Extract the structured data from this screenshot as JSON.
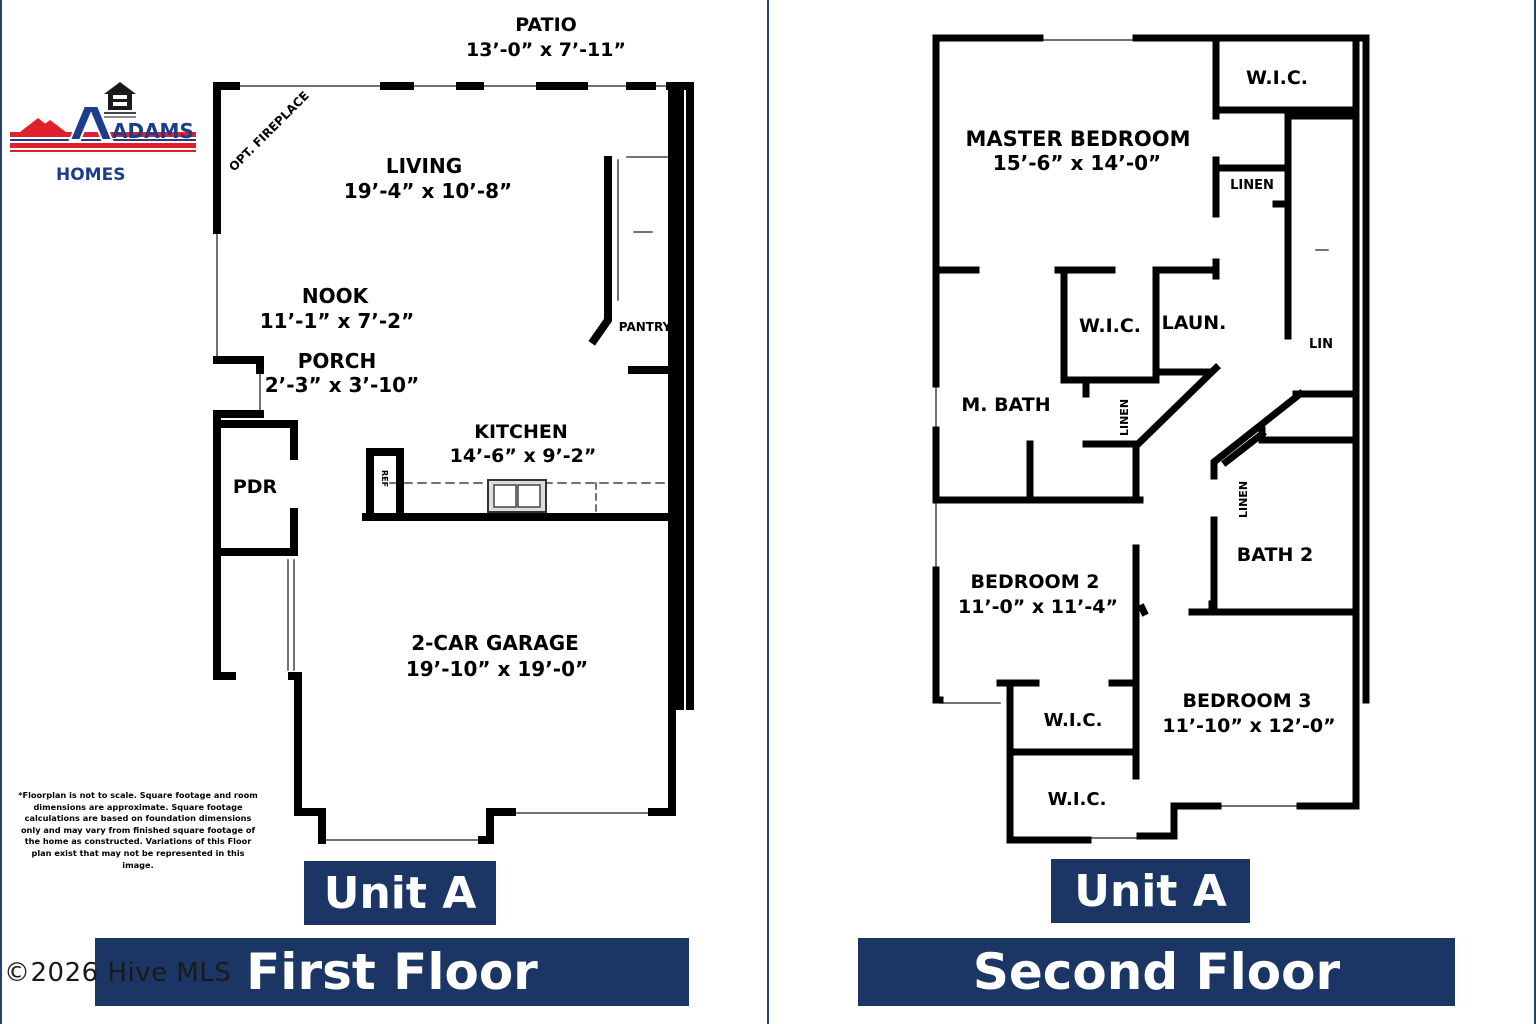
{
  "logo": {
    "name": "ADAMS",
    "sub": "HOMES",
    "colors": {
      "red": "#e0202a",
      "blue": "#1c3c8c"
    },
    "icon": "equal-housing-opportunity-icon"
  },
  "disclaimer": "*Floorplan is not to scale. Square footage and room dimensions are approximate. Square footage calculations are based on foundation dimensions only and may vary from finished square footage of the home as constructed. Variations of this Floor plan exist that may not be represented in this image.",
  "copyright": "©2026 Hive MLS",
  "first_floor": {
    "unit": "Unit A",
    "title": "First Floor",
    "patio": {
      "label": "PATIO",
      "dim": "13’-0” x 7’-11”"
    },
    "fireplace": "OPT. FIREPLACE",
    "living": {
      "label": "LIVING",
      "dim": "19’-4” x 10’-8”"
    },
    "nook": {
      "label": "NOOK",
      "dim": "11’-1” x 7’-2”"
    },
    "porch": {
      "label": "PORCH",
      "dim": "2’-3” x 3’-10”"
    },
    "pantry": "PANTRY",
    "kitchen": {
      "label": "KITCHEN",
      "dim": "14’-6” x 9’-2”"
    },
    "pdr": "PDR",
    "ref": "REF",
    "garage": {
      "label": "2-CAR GARAGE",
      "dim": "19’-10” x 19’-0”"
    }
  },
  "second_floor": {
    "unit": "Unit A",
    "title": "Second Floor",
    "wic_master": "W.I.C.",
    "master": {
      "label": "MASTER BEDROOM",
      "dim": "15’-6” x 14’-0”"
    },
    "linen_top": "LINEN",
    "wic_mid": "W.I.C.",
    "laun": "LAUN.",
    "lin": "LIN",
    "mbath": "M. BATH",
    "linen_mid": "LINEN",
    "linen_right": "LINEN",
    "bath2": "BATH 2",
    "bedroom2": {
      "label": "BEDROOM 2",
      "dim": "11’-0” x 11’-4”"
    },
    "bedroom3": {
      "label": "BEDROOM 3",
      "dim": "11’-10” x 12’-0”"
    },
    "wic_b2": "W.I.C.",
    "wic_b3": "W.I.C."
  }
}
